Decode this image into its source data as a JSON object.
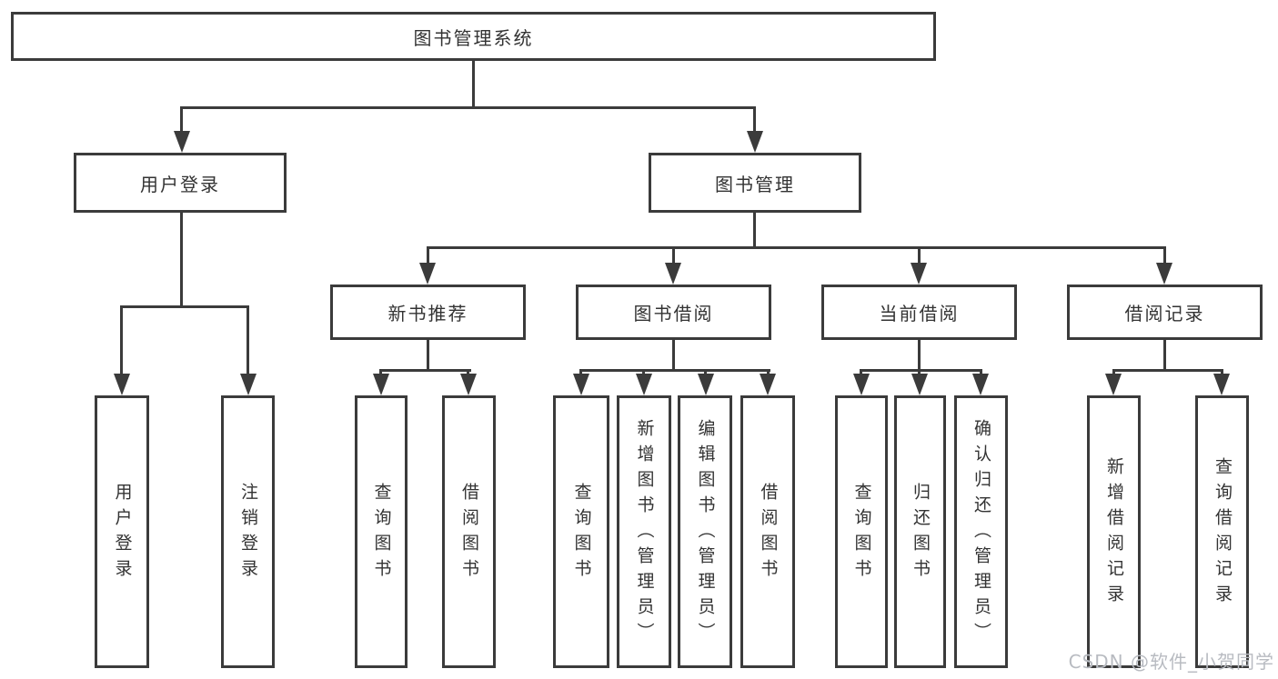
{
  "tree": {
    "root": {
      "label": "图书管理系统"
    },
    "level2": [
      {
        "label": "用户登录",
        "parent": "图书管理系统"
      },
      {
        "label": "图书管理",
        "parent": "图书管理系统"
      }
    ],
    "level3": [
      {
        "label": "新书推荐",
        "parent": "图书管理"
      },
      {
        "label": "图书借阅",
        "parent": "图书管理"
      },
      {
        "label": "当前借阅",
        "parent": "图书管理"
      },
      {
        "label": "借阅记录",
        "parent": "图书管理"
      }
    ],
    "leaves": [
      {
        "label": "用户登录",
        "parent": "用户登录"
      },
      {
        "label": "注销登录",
        "parent": "用户登录"
      },
      {
        "label": "查询图书",
        "parent": "新书推荐"
      },
      {
        "label": "借阅图书",
        "parent": "新书推荐"
      },
      {
        "label": "查询图书",
        "parent": "图书借阅"
      },
      {
        "label": "新增图书（管理员）",
        "parent": "图书借阅"
      },
      {
        "label": "编辑图书（管理员）",
        "parent": "图书借阅"
      },
      {
        "label": "借阅图书",
        "parent": "图书借阅"
      },
      {
        "label": "查询图书",
        "parent": "当前借阅"
      },
      {
        "label": "归还图书",
        "parent": "当前借阅"
      },
      {
        "label": "确认归还（管理员）",
        "parent": "当前借阅"
      },
      {
        "label": "新增借阅记录",
        "parent": "借阅记录"
      },
      {
        "label": "查询借阅记录",
        "parent": "借阅记录"
      }
    ]
  },
  "watermark": {
    "text": "CSDN @软件_小贺同学"
  },
  "colors": {
    "line": "#3b3b3b",
    "text": "#333333",
    "watermark": "#b8bbc1",
    "background": "#ffffff"
  }
}
